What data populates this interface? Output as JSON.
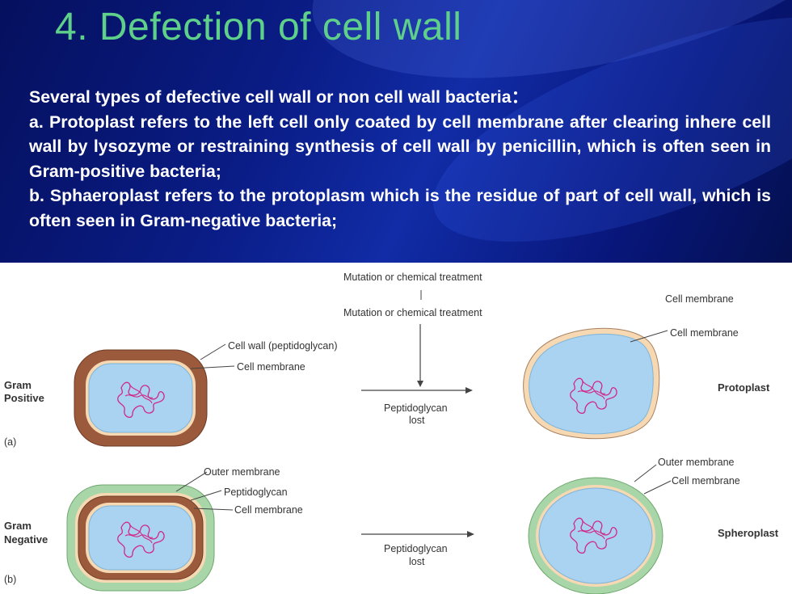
{
  "title": "4. Defection of cell wall",
  "intro": "Several types of defective cell wall or non cell wall bacteria：",
  "point_a": "a. Protoplast refers to the left cell only coated by cell membrane after clearing inhere cell wall by lysozyme or restraining synthesis of cell wall by penicillin, which is often seen in Gram-positive bacteria;",
  "point_b": "b. Sphaeroplast refers to the protoplasm which is the residue of part of cell wall, which is often seen in Gram-negative bacteria;",
  "figure": {
    "top_label_1": "Mutation or chemical treatment",
    "top_label_2": "Mutation or chemical treatment",
    "cut_label": "Cell membrane",
    "panel_a": {
      "row_label_1": "Gram",
      "row_label_2": "Positive",
      "letter": "(a)",
      "cell_wall": "Cell wall (peptidoglycan)",
      "cell_membrane": "Cell membrane",
      "arrow_label_1": "Peptidoglycan",
      "arrow_label_2": "lost",
      "result_membrane": "Cell membrane",
      "result_name": "Protoplast"
    },
    "panel_b": {
      "row_label_1": "Gram",
      "row_label_2": "Negative",
      "letter": "(b)",
      "outer_membrane": "Outer membrane",
      "peptidoglycan": "Peptidoglycan",
      "cell_membrane": "Cell membrane",
      "arrow_label_1": "Peptidoglycan",
      "arrow_label_2": "lost",
      "result_outer": "Outer membrane",
      "result_membrane": "Cell membrane",
      "result_name": "Spheroplast"
    }
  },
  "colors": {
    "title": "#5ed08a",
    "peptidoglycan": "#9b5a3c",
    "cell_membrane": "#f6d9b3",
    "cytoplasm": "#a9d3f0",
    "outer_membrane": "#a9d6a8",
    "dna": "#d0288a"
  }
}
